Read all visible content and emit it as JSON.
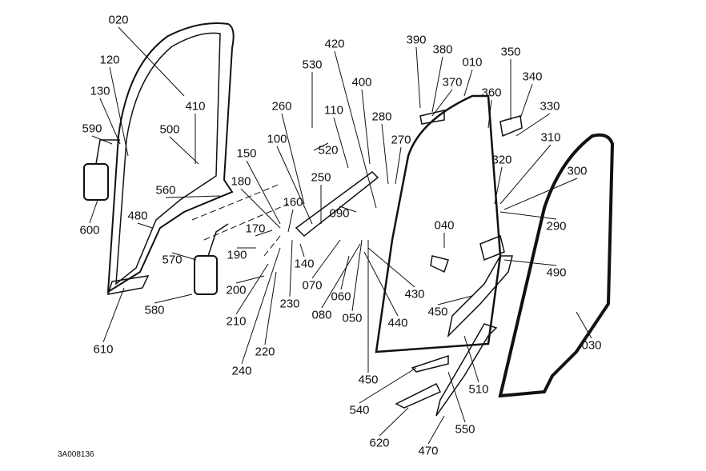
{
  "diagram": {
    "drawing_code": "3A008136",
    "highlight_color": "#cfe3fb",
    "selected_label": "350",
    "callouts": [
      "020",
      "120",
      "130",
      "590",
      "600",
      "410",
      "500",
      "560",
      "480",
      "570",
      "580",
      "610",
      "530",
      "420",
      "400",
      "260",
      "110",
      "280",
      "270",
      "520",
      "100",
      "150",
      "250",
      "180",
      "160",
      "090",
      "170",
      "190",
      "140",
      "200",
      "070",
      "060",
      "080",
      "050",
      "230",
      "430",
      "440",
      "210",
      "220",
      "240",
      "450",
      "450",
      "390",
      "380",
      "370",
      "010",
      "350",
      "340",
      "360",
      "330",
      "310",
      "320",
      "300",
      "290",
      "040",
      "490",
      "510",
      "540",
      "620",
      "550",
      "470",
      "030"
    ]
  }
}
